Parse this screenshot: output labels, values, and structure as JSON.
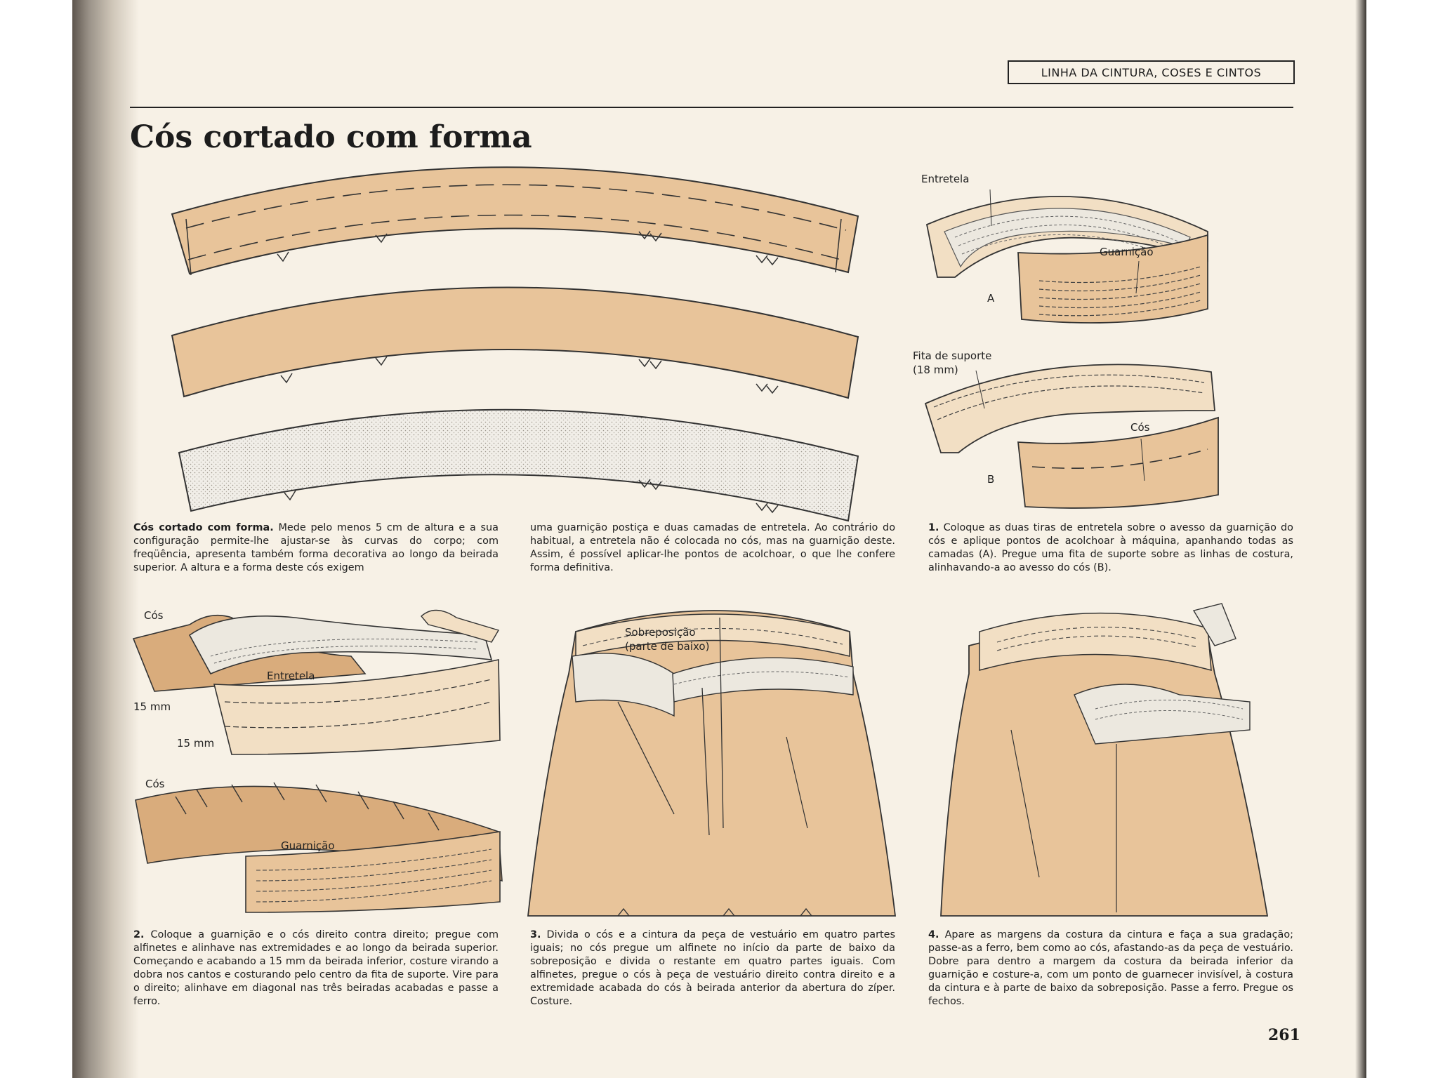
{
  "header": {
    "section_label": "LINHA DA CINTURA, COSES E CINTOS",
    "title": "Cós cortado com forma"
  },
  "figure_labels": {
    "entretela": "Entretela",
    "guarnicao": "Guarnição",
    "a": "A",
    "fita_suporte": "Fita de suporte",
    "fita_medida": "(18 mm)",
    "cos": "Cós",
    "b": "B",
    "cos2": "Cós",
    "entretela2": "Entretela",
    "mm15a": "15 mm",
    "mm15b": "15 mm",
    "cos3": "Cós",
    "guarnicao2": "Guarnição",
    "sobreposicao": "Sobreposição",
    "parte_baixo": "(parte de baixo)"
  },
  "captions": {
    "intro_lead": "Cós cortado com forma.",
    "intro_text": "Mede pelo menos 5 cm de altura e a sua configuração permite-lhe ajustar-se às curvas do corpo; com freqüência, apresenta também forma decorativa ao longo da beirada superior. A altura e a forma deste cós exigem",
    "intro_cont": "uma guarnição postiça e duas camadas de entretela. Ao contrário do habitual, a entretela não é colocada no cós, mas na guarnição deste. Assim, é possível aplicar-lhe pontos de acolchoar, o que lhe confere forma definitiva.",
    "step1_num": "1.",
    "step1": "Coloque as duas tiras de entretela sobre o avesso da guarnição do cós e aplique pontos de acolchoar à máquina, apanhando todas as camadas (A). Pregue uma fita de suporte sobre as linhas de costura, alinhavando-a ao avesso do cós (B).",
    "step2_num": "2.",
    "step2": "Coloque a guarnição e o cós direito contra direito; pregue com alfinetes e alinhave nas extremidades e ao longo da beirada superior. Começando e acabando a 15 mm da beirada inferior, costure virando a dobra nos cantos e costurando pelo centro da fita de suporte. Vire para o direito; alinhave em diagonal nas três beiradas acabadas e passe a ferro.",
    "step3_num": "3.",
    "step3": "Divida o cós e a cintura da peça de vestuário em quatro partes iguais; no cós pregue um alfinete no início da parte de baixo da sobreposição e divida o restante em quatro partes iguais. Com alfinetes, pregue o cós à peça de vestuário direito contra direito e a extremidade acabada do cós à beirada anterior da abertura do zíper. Costure.",
    "step4_num": "4.",
    "step4": "Apare as margens da costura da cintura e faça a sua gradação; passe-as a ferro, bem como ao cós, afastando-as da peça de vestuário. Dobre para dentro a margem da costura da beirada inferior da guarnição e costure-a, com um ponto de guarnecer invisível, à costura da cintura e à parte de baixo da sobreposição. Passe a ferro. Pregue os fechos."
  },
  "footer": {
    "page_number": "261"
  },
  "colors": {
    "fabric": "#e8c49a",
    "fabric_dark": "#d9ac7c",
    "paper": "#f7f1e6",
    "interfacing": "#ece8df"
  }
}
